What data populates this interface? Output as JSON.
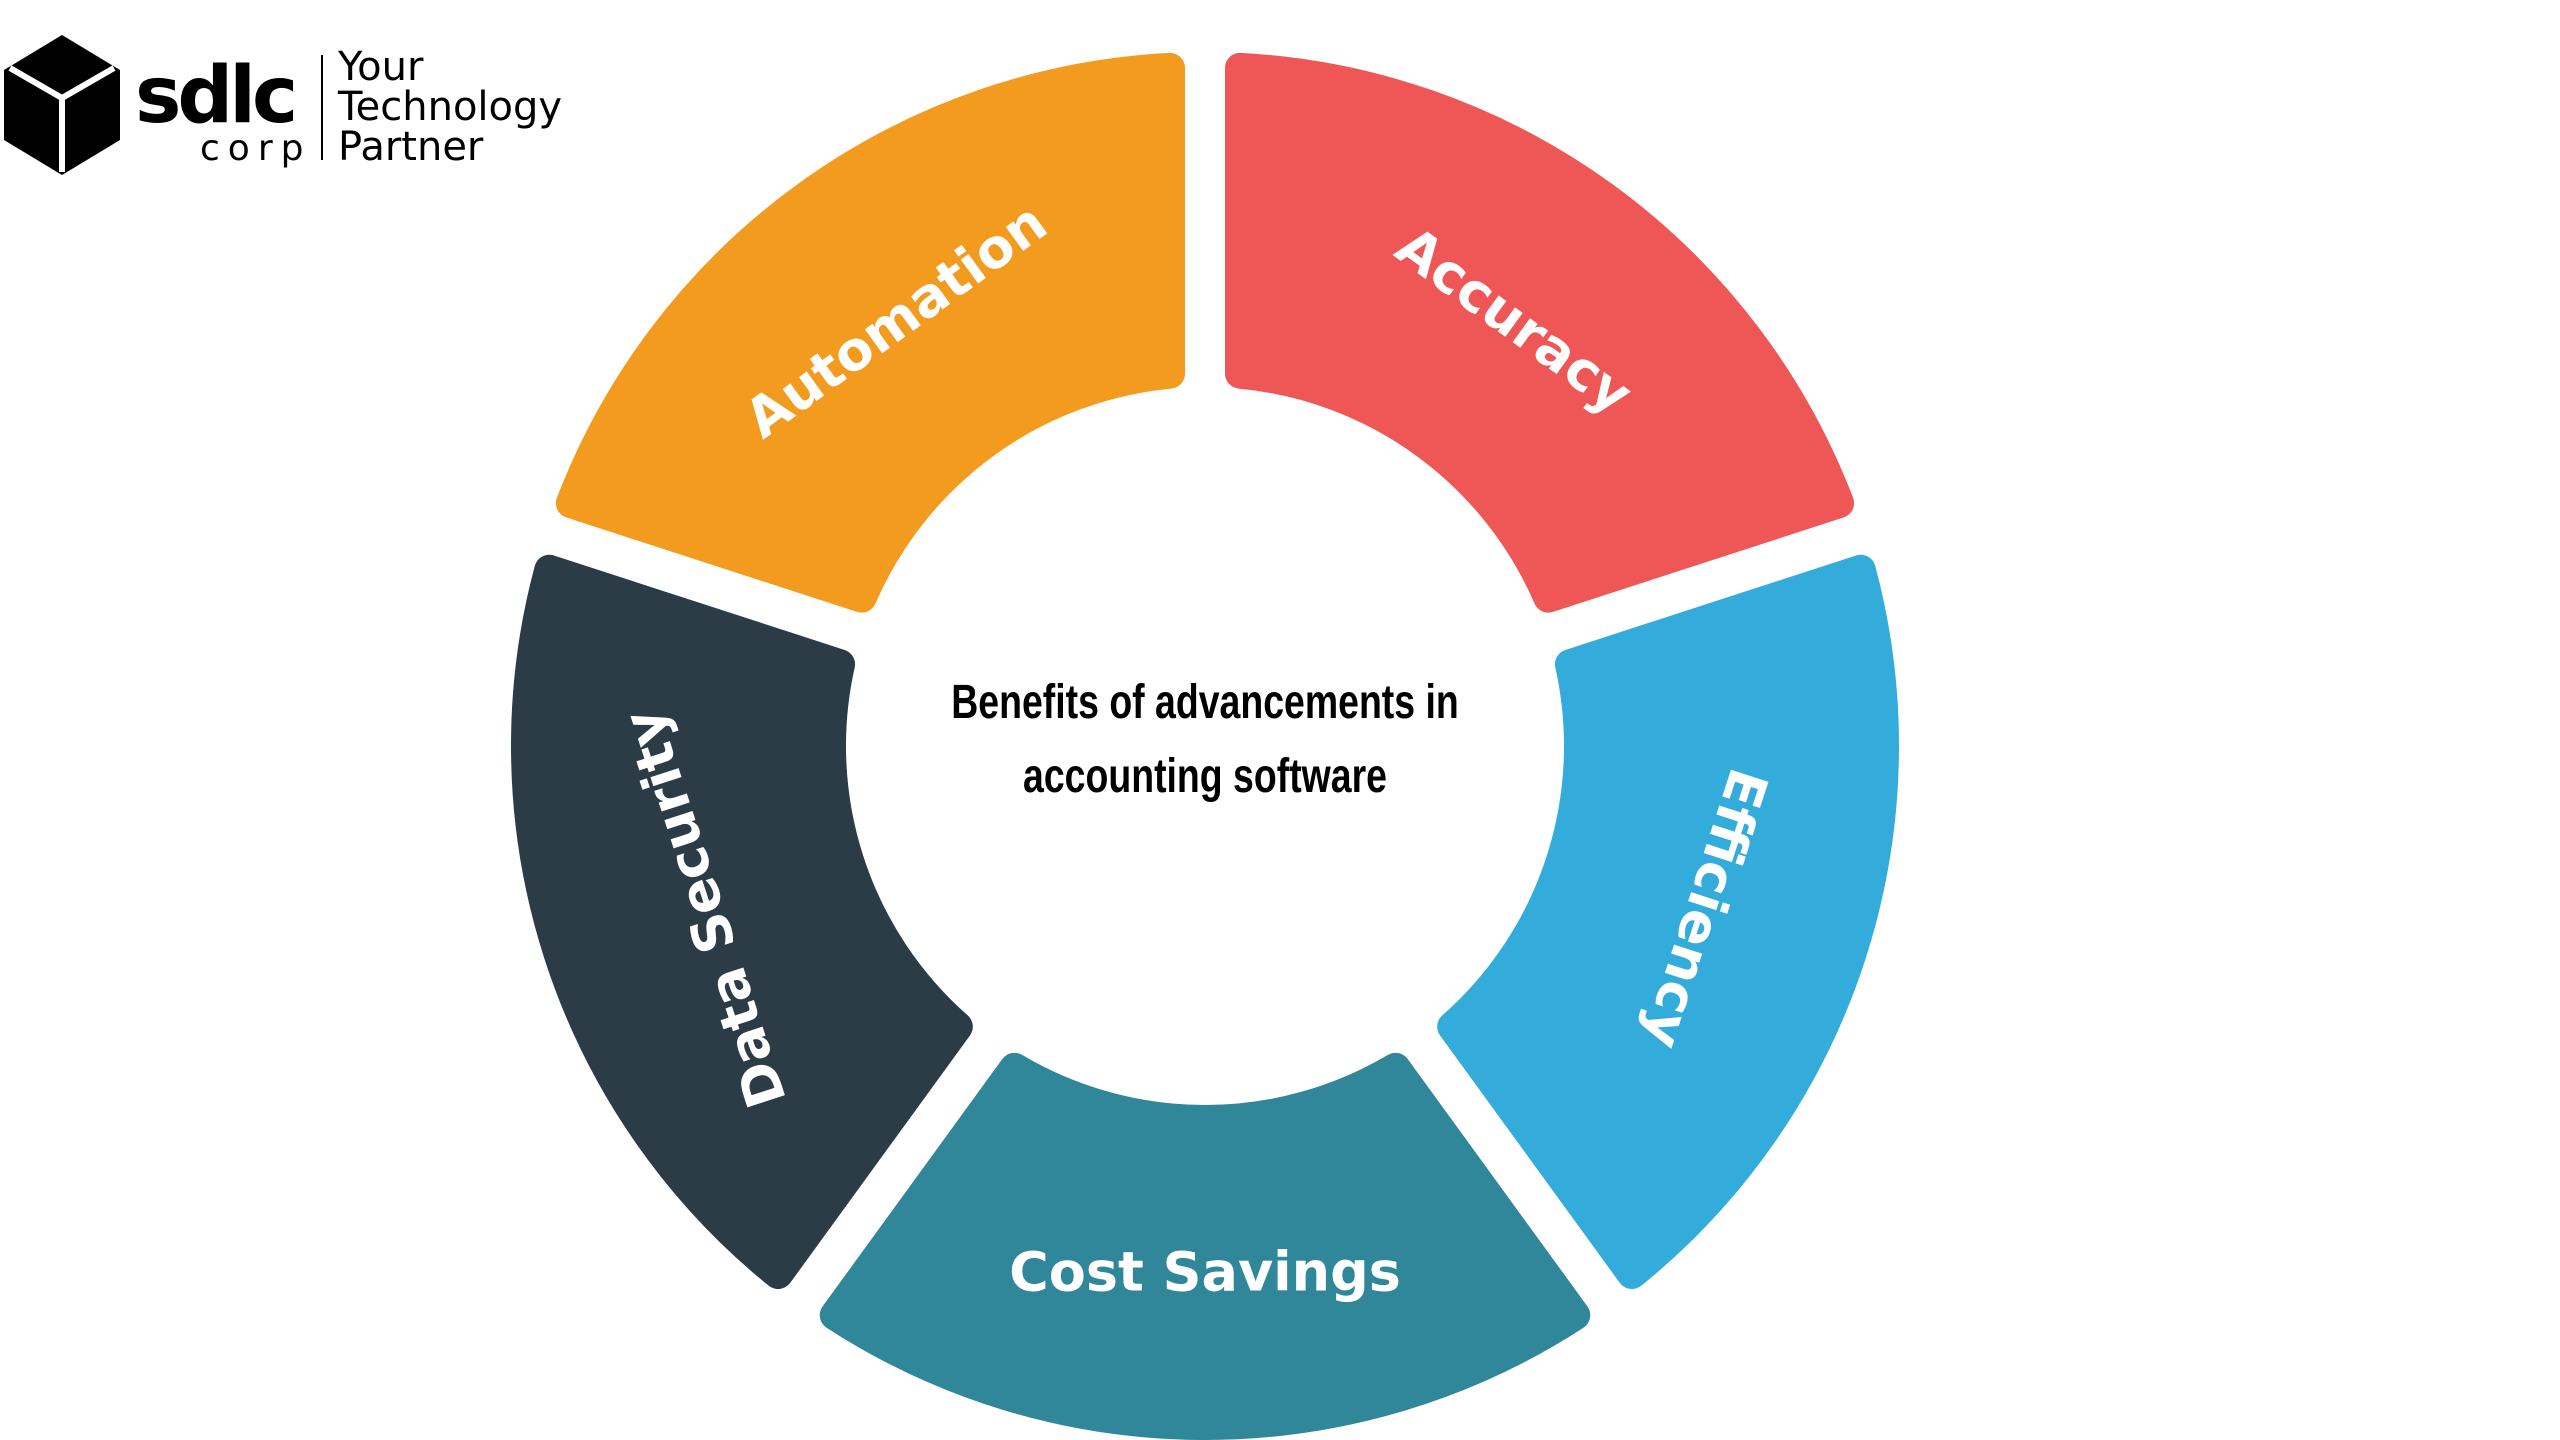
{
  "logo": {
    "brand": "sdlc",
    "sub": "corp",
    "tagline": [
      "Your",
      "Technology",
      "Partner"
    ]
  },
  "center_title": [
    "Benefits of advancements in",
    "accounting software"
  ],
  "segments": [
    {
      "label": "Accuracy",
      "color": "#EF5757"
    },
    {
      "label": "Efficiency",
      "color": "#33ACDC"
    },
    {
      "label": "Cost Savings",
      "color": "#30879A"
    },
    {
      "label": "Data Security",
      "color": "#2C3C47"
    },
    {
      "label": "Automation",
      "color": "#F29B1F"
    }
  ]
}
